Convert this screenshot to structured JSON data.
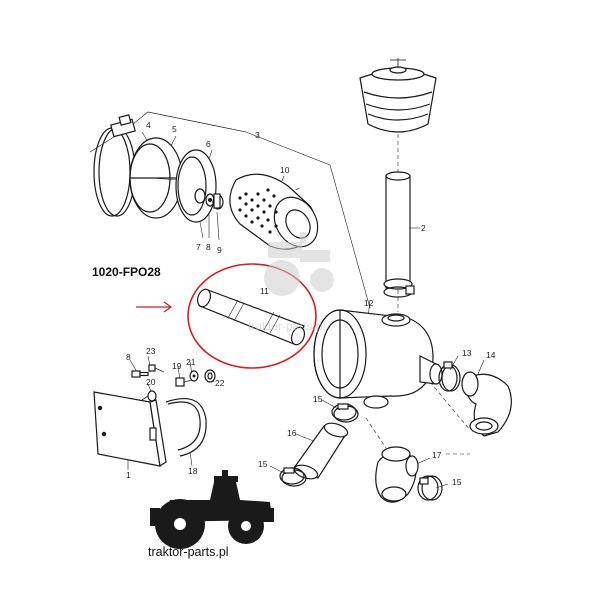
{
  "diagram": {
    "code_label": "1020-FPO28",
    "watermark": "traktor-parts.pl",
    "logo_text": "traktor-parts.pl",
    "highlight_color": "#d81e1e",
    "part_numbers": {
      "p1": "1",
      "p2": "2",
      "p3": "3",
      "p4": "4",
      "p5": "5",
      "p6": "6",
      "p7": "7",
      "p8": "8",
      "p8b": "8",
      "p9": "9",
      "p10": "10",
      "p11": "11",
      "p12": "12",
      "p13": "13",
      "p14": "14",
      "p15a": "15",
      "p15b": "15",
      "p15c": "15",
      "p16": "16",
      "p17": "17",
      "p18": "18",
      "p19": "19",
      "p20": "20",
      "p21": "21",
      "p22": "22",
      "p23": "23"
    }
  }
}
